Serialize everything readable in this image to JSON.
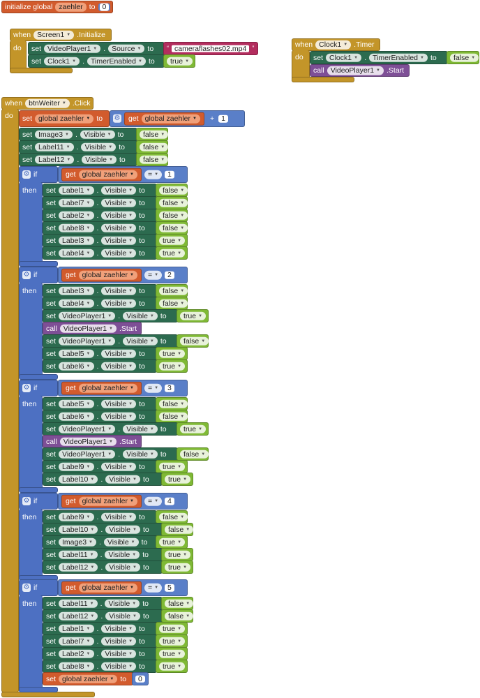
{
  "top": {
    "initialize_label": "initialize global",
    "var_name": "zaehler",
    "to_label": "to",
    "init_value": "0"
  },
  "kw": {
    "when": "when",
    "do": "do",
    "set": "set",
    "to": "to",
    "call": "call",
    "get": "get",
    "if": "if",
    "then": "then",
    "dot": "."
  },
  "screen_init": {
    "component": "Screen1",
    "event": ".Initialize",
    "rows": [
      {
        "component": "VideoPlayer1",
        "property": "Source",
        "value": "cameraflashes02.mp4"
      },
      {
        "component": "Clock1",
        "property": "TimerEnabled",
        "value": "true"
      }
    ]
  },
  "clock_timer": {
    "component": "Clock1",
    "event": ".Timer",
    "set": {
      "component": "Clock1",
      "property": "TimerEnabled",
      "value": "false"
    },
    "call": {
      "component": "VideoPlayer1",
      "method": ".Start"
    }
  },
  "btn": {
    "component": "btnWeiter",
    "event": ".Click",
    "setvar": {
      "name": "global zaehler",
      "get_name": "global zaehler",
      "op": "+",
      "value": "1"
    },
    "pre": [
      {
        "component": "Image3",
        "property": "Visible",
        "value": "false"
      },
      {
        "component": "Label11",
        "property": "Visible",
        "value": "false"
      },
      {
        "component": "Label12",
        "property": "Visible",
        "value": "false"
      }
    ],
    "ifs": [
      {
        "get_name": "global zaehler",
        "op": "=",
        "value": "1",
        "rows": [
          {
            "type": "set",
            "component": "Label1",
            "property": "Visible",
            "value": "false"
          },
          {
            "type": "set",
            "component": "Label7",
            "property": "Visible",
            "value": "false"
          },
          {
            "type": "set",
            "component": "Label2",
            "property": "Visible",
            "value": "false"
          },
          {
            "type": "set",
            "component": "Label8",
            "property": "Visible",
            "value": "false"
          },
          {
            "type": "set",
            "component": "Label3",
            "property": "Visible",
            "value": "true"
          },
          {
            "type": "set",
            "component": "Label4",
            "property": "Visible",
            "value": "true"
          }
        ]
      },
      {
        "get_name": "global zaehler",
        "op": "=",
        "value": "2",
        "rows": [
          {
            "type": "set",
            "component": "Label3",
            "property": "Visible",
            "value": "false"
          },
          {
            "type": "set",
            "component": "Label4",
            "property": "Visible",
            "value": "false"
          },
          {
            "type": "set",
            "component": "VideoPlayer1",
            "property": "Visible",
            "value": "true"
          },
          {
            "type": "call",
            "component": "VideoPlayer1",
            "method": ".Start"
          },
          {
            "type": "set",
            "component": "VideoPlayer1",
            "property": "Visible",
            "value": "false"
          },
          {
            "type": "set",
            "component": "Label5",
            "property": "Visible",
            "value": "true"
          },
          {
            "type": "set",
            "component": "Label6",
            "property": "Visible",
            "value": "true"
          }
        ]
      },
      {
        "get_name": "global zaehler",
        "op": "=",
        "value": "3",
        "rows": [
          {
            "type": "set",
            "component": "Label5",
            "property": "Visible",
            "value": "false"
          },
          {
            "type": "set",
            "component": "Label6",
            "property": "Visible",
            "value": "false"
          },
          {
            "type": "set",
            "component": "VideoPlayer1",
            "property": "Visible",
            "value": "true"
          },
          {
            "type": "call",
            "component": "VideoPlayer1",
            "method": ".Start"
          },
          {
            "type": "set",
            "component": "VideoPlayer1",
            "property": "Visible",
            "value": "false"
          },
          {
            "type": "set",
            "component": "Label9",
            "property": "Visible",
            "value": "true"
          },
          {
            "type": "set",
            "component": "Label10",
            "property": "Visible",
            "value": "true"
          }
        ]
      },
      {
        "get_name": "global zaehler",
        "op": "=",
        "value": "4",
        "rows": [
          {
            "type": "set",
            "component": "Label9",
            "property": "Visible",
            "value": "false"
          },
          {
            "type": "set",
            "component": "Label10",
            "property": "Visible",
            "value": "false"
          },
          {
            "type": "set",
            "component": "Image3",
            "property": "Visible",
            "value": "true"
          },
          {
            "type": "set",
            "component": "Label11",
            "property": "Visible",
            "value": "true"
          },
          {
            "type": "set",
            "component": "Label12",
            "property": "Visible",
            "value": "true"
          }
        ]
      },
      {
        "get_name": "global zaehler",
        "op": "=",
        "value": "5",
        "rows": [
          {
            "type": "set",
            "component": "Label11",
            "property": "Visible",
            "value": "false"
          },
          {
            "type": "set",
            "component": "Label12",
            "property": "Visible",
            "value": "false"
          },
          {
            "type": "set",
            "component": "Label1",
            "property": "Visible",
            "value": "true"
          },
          {
            "type": "set",
            "component": "Label7",
            "property": "Visible",
            "value": "true"
          },
          {
            "type": "set",
            "component": "Label2",
            "property": "Visible",
            "value": "true"
          },
          {
            "type": "set",
            "component": "Label8",
            "property": "Visible",
            "value": "true"
          },
          {
            "type": "setvar",
            "name": "global zaehler",
            "value": "0"
          }
        ]
      }
    ]
  }
}
